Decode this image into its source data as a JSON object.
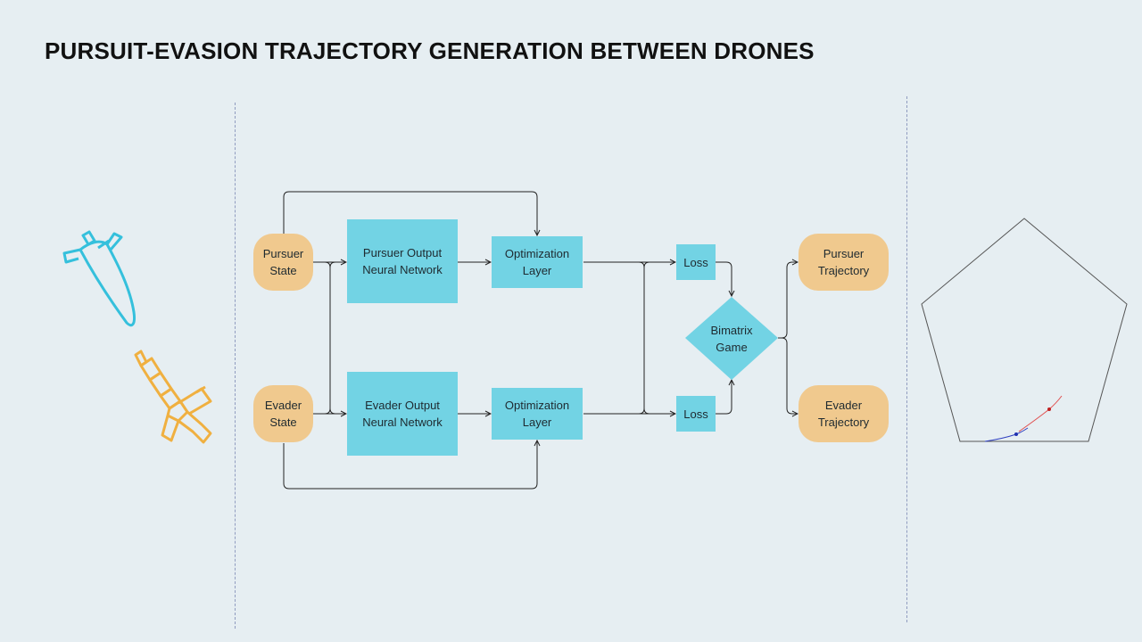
{
  "slide": {
    "title": "PURSUIT-EVASION TRAJECTORY GENERATION BETWEEN DRONES"
  },
  "diagram": {
    "nodes": {
      "pursuer_state": "Pursuer\nState",
      "evader_state": "Evader\nState",
      "pursuer_network": "Pursuer Output\nNeural Network",
      "evader_network": "Evader Output\nNeural Network",
      "pursuer_optimization": "Optimization\nLayer",
      "evader_optimization": "Optimization\nLayer",
      "pursuer_loss": "Loss",
      "evader_loss": "Loss",
      "bimatrix_game": "Bimatrix\nGame",
      "pursuer_trajectory": "Pursuer\nTrajectory",
      "evader_trajectory": "Evader\nTrajectory"
    }
  },
  "icons": {
    "pursuer_drone": "rocket-icon",
    "evader_drone": "rocket-icon"
  },
  "colors": {
    "background": "#e6eef2",
    "process_box": "#72d3e4",
    "state_box": "#f0c98e",
    "pursuer_drone": "#35c0dc",
    "evader_drone": "#f0b040",
    "pursuer_path": "#e05050",
    "evader_path": "#3040c0"
  }
}
